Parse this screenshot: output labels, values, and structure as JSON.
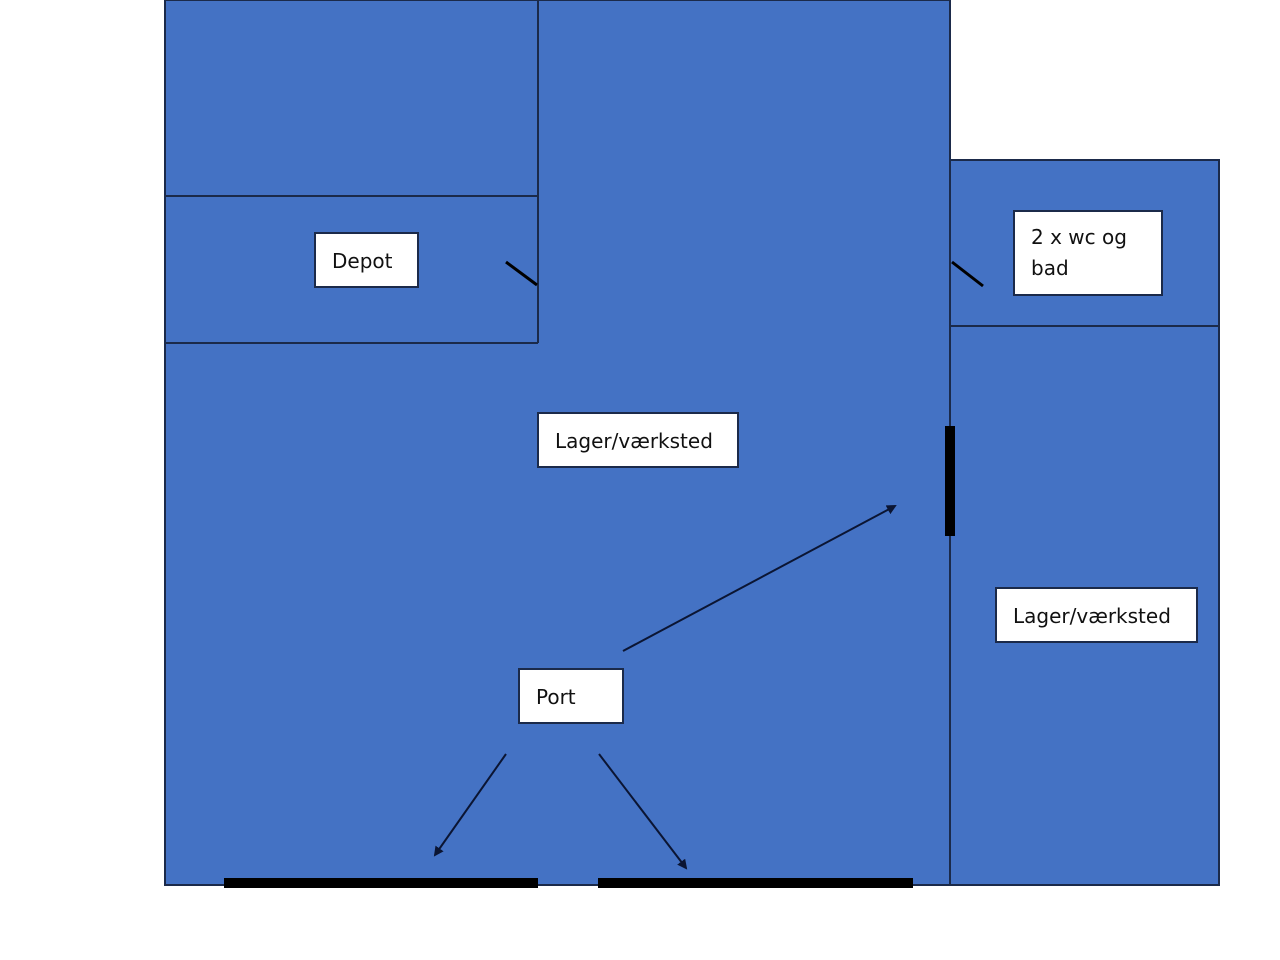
{
  "labels": {
    "depot": "Depot",
    "wc_line1": "2 x wc og",
    "wc_line2": "bad",
    "main_room": "Lager/værksted",
    "side_room": "Lager/værksted",
    "port": "Port"
  },
  "colors": {
    "floor": "#4472c4",
    "wall": "#1b2a4a",
    "door": "#000000",
    "label_bg": "#ffffff"
  }
}
